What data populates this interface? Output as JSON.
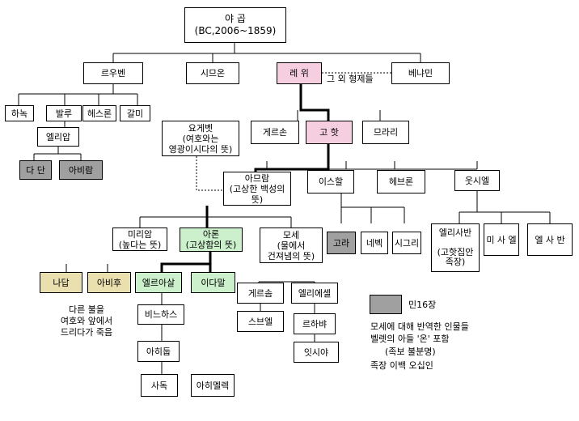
{
  "colors": {
    "pink": "#f5cfe0",
    "green": "#cdf0cc",
    "tan": "#eadfae",
    "gray": "#a0a0a0",
    "line": "#000000"
  },
  "nodes": {
    "jacob": "야 곱\n(BC,2006~1859)",
    "reuben": "르우벤",
    "simeon": "시므온",
    "levi": "레 위",
    "benjamin": "베냐민",
    "hanoch": "하녹",
    "pallu": "발루",
    "hezron": "헤스론",
    "carmi": "갈미",
    "eliab": "엘리압",
    "dathan": "다 단",
    "abiram": "아비람",
    "libni": "요게벳\n(여호와는\n영광이시다의 뜻)",
    "gershon": "게르손",
    "kohath": "고 핫",
    "merari": "므라리",
    "amram": "아므람\n(고상한 백성의\n뜻)",
    "izhar": "이스할",
    "hebron": "헤브론",
    "uzziel": "웃시엘",
    "miriam": "미리암\n(높다는 뜻)",
    "aaron": "아론\n(고상함의 뜻)",
    "moses": "모세\n(물에서\n건져냄의 뜻)",
    "korah": "고라",
    "nepheg": "네벡",
    "zichri": "시그리",
    "elzaphan": "엘리사반\n\n(고핫집안\n족장)",
    "mishael": "미 사 엘",
    "elzaphan2": "엘 사 반",
    "nadab": "나답",
    "abihu": "아비후",
    "eleazar": "엘르아살",
    "ithamar": "이다말",
    "gershom": "게르솜",
    "eliezer": "엘리에셀",
    "phinehas": "비느하스",
    "shebuel": "스브엘",
    "rehabiah": "르하뱌",
    "ahitub": "아히둡",
    "isshiah": "잇시야",
    "zadok": "사독",
    "ahimelech": "아히멜렉"
  },
  "texts": {
    "brothers": "그 외 형제들",
    "nadab_note": "다른 불을\n여호와 앞에서\n드리다가 죽음"
  },
  "legend": {
    "swatch_label": "민16장",
    "lines": [
      "모세에 대해 반역한 인물들",
      "벨렛의 아들 '온' 포함",
      "(족보 불분명)",
      "족장 이백 오십인"
    ]
  }
}
